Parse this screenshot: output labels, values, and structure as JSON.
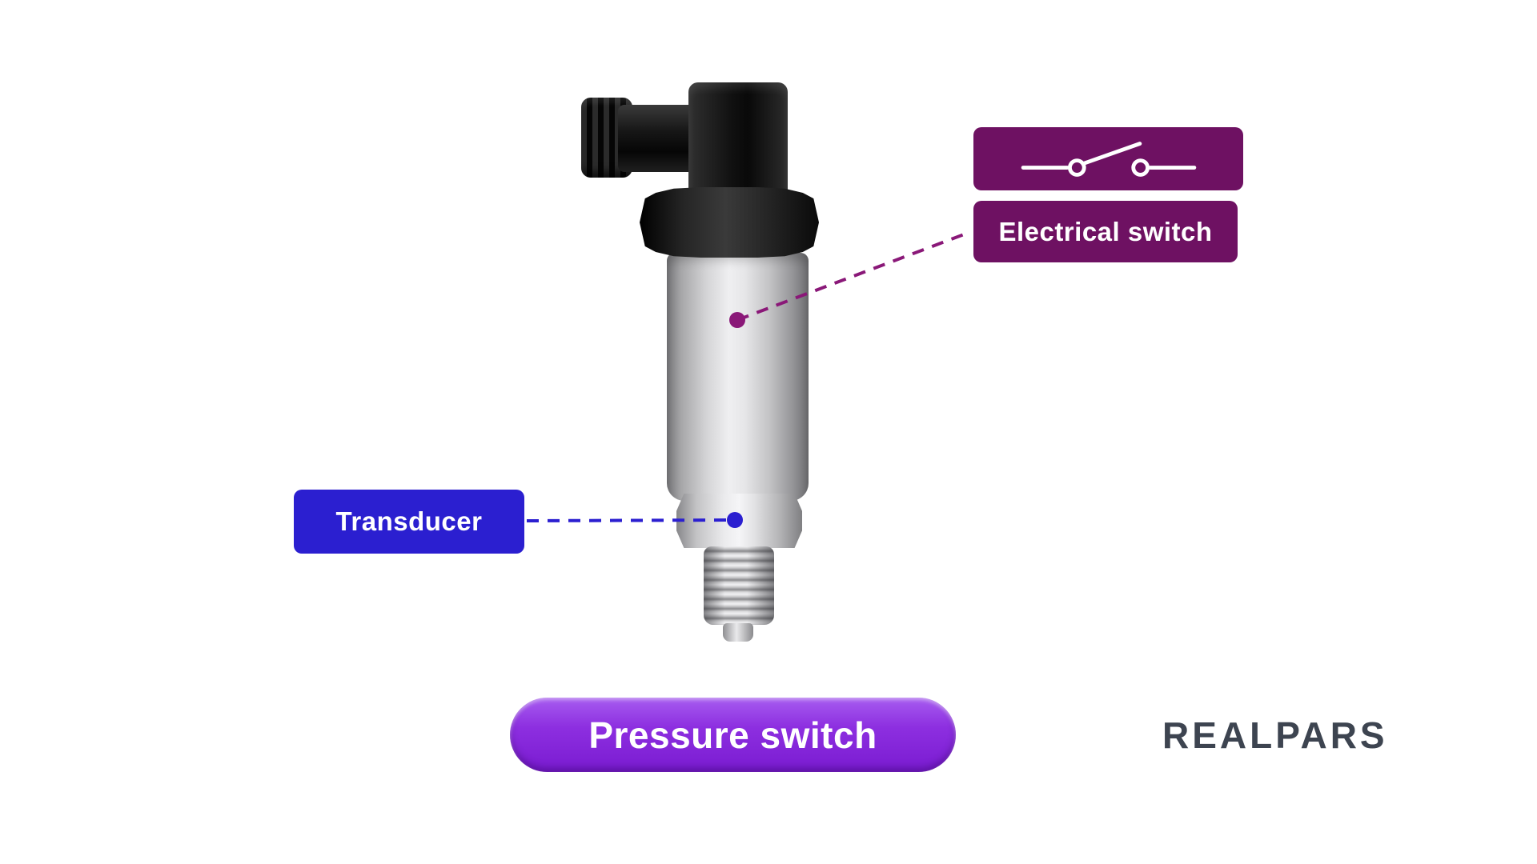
{
  "labels": {
    "electrical_switch": "Electrical switch",
    "transducer": "Transducer",
    "pressure_switch": "Pressure switch"
  },
  "logo": {
    "text": "REALPARS"
  },
  "icons": {
    "electrical_switch": "open-switch-circuit-icon"
  },
  "colors": {
    "magenta": "#6e1162",
    "magenta_line": "#8a1878",
    "blue": "#2b1fd0",
    "purple_pill": "#8326d8",
    "logo_gray": "#3d4450",
    "background": "#ffffff"
  }
}
